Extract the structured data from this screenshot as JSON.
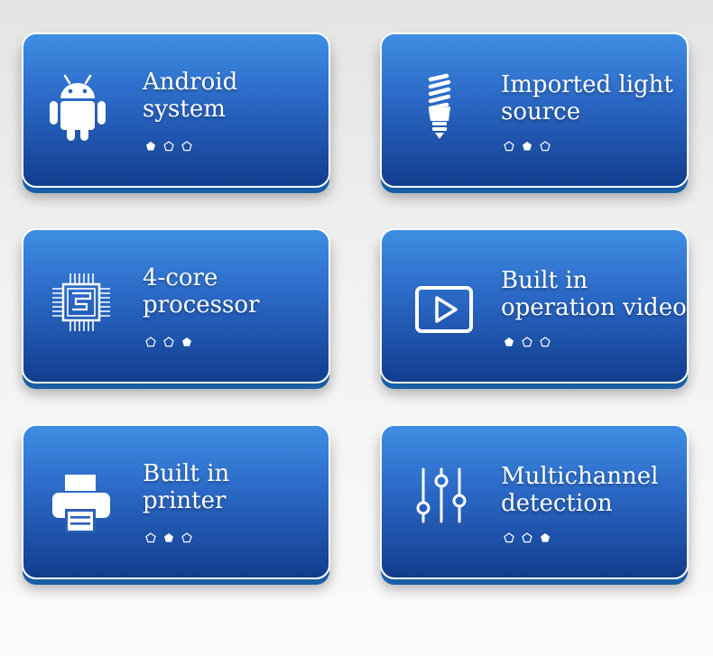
{
  "cards": [
    {
      "name": "android-system",
      "icon": "android-icon",
      "lines": [
        "Android",
        "system"
      ],
      "active_dot": 0
    },
    {
      "name": "imported-light-source",
      "icon": "light-bulb-icon",
      "lines": [
        "Imported light",
        "source"
      ],
      "active_dot": 1
    },
    {
      "name": "4-core-processor",
      "icon": "cpu-chip-icon",
      "lines": [
        "4-core",
        "processor"
      ],
      "active_dot": 2
    },
    {
      "name": "built-in-operation-video",
      "icon": "video-play-icon",
      "lines": [
        "Built in",
        "operation video"
      ],
      "active_dot": 0
    },
    {
      "name": "built-in-printer",
      "icon": "printer-icon",
      "lines": [
        "Built in",
        "printer"
      ],
      "active_dot": 1
    },
    {
      "name": "multichannel-detection",
      "icon": "sliders-icon",
      "lines": [
        "Multichannel",
        "detection"
      ],
      "active_dot": 2
    }
  ],
  "colors": {
    "card_top": "#3f8ee4",
    "card_bottom": "#123d8e",
    "border": "#ffffff",
    "text": "#ffffff"
  }
}
